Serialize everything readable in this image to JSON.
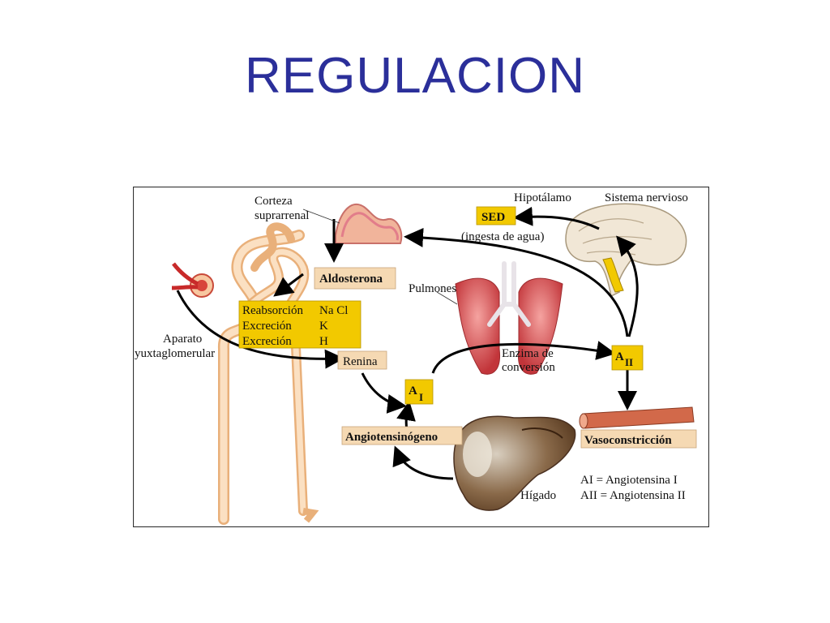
{
  "slide": {
    "title": "REGULACION"
  },
  "labels": {
    "corteza": "Corteza",
    "suprarrenal": "suprarrenal",
    "hipotalamo": "Hipotálamo",
    "sistema_nervioso": "Sistema nervioso",
    "sed": "SED",
    "ingesta": "(ingesta de agua)",
    "aldosterona": "Aldosterona",
    "pulmones": "Pulmones",
    "reabsorcion": "Reabsorción",
    "na_cl": "Na Cl",
    "excrecion_k": "Excreción",
    "k": "K",
    "excrecion_h": "Excreción",
    "h": "H",
    "aparato": "Aparato",
    "yuxtaglomerular": "yuxtaglomerular",
    "renina": "Renina",
    "enzima": "Enzima de",
    "conversion": "conversión",
    "a_main": "A",
    "ai_sub": "I",
    "aii_sub": "II",
    "angiotensinogeno": "Angiotensinógeno",
    "vasoconstriccion": "Vasoconstricción",
    "higado": "Hígado",
    "legend_ai": "AI = Angiotensina I",
    "legend_aii": "AII = Angiotensina II"
  },
  "colors": {
    "title": "#2b2f9a",
    "tan_box": "#f5d9b3",
    "yellow_box": "#f2c900"
  },
  "icons": [
    "kidney-nephron-illustration",
    "adrenal-gland-illustration",
    "brain-illustration",
    "lungs-illustration",
    "liver-illustration",
    "blood-vessel-illustration"
  ]
}
